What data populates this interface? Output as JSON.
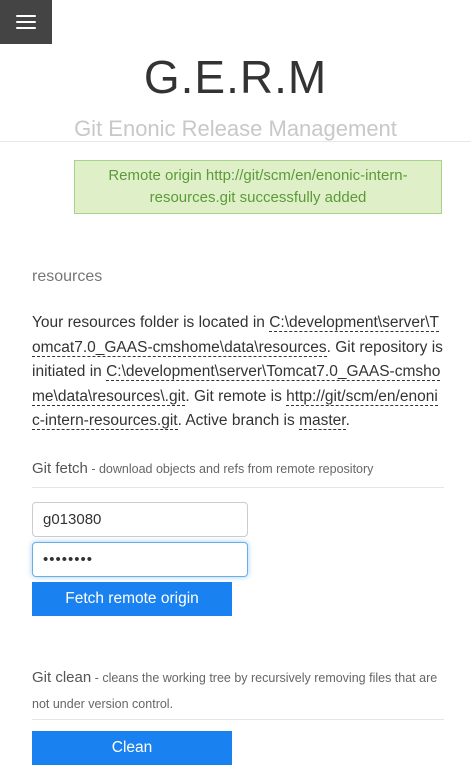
{
  "header": {
    "title": "G.E.R.M",
    "subtitle": "Git Enonic Release Management"
  },
  "alert": {
    "message": "Remote origin http://git/scm/en/enonic-intern-resources.git successfully added"
  },
  "repo": {
    "name": "resources",
    "text_1": "Your resources folder is located in ",
    "resources_path": "C:\\development\\server\\Tomcat7.0_GAAS-cmshome\\data\\resources",
    "text_2": ". Git repository is initiated in ",
    "git_path": "C:\\development\\server\\Tomcat7.0_GAAS-cmshome\\data\\resources\\.git",
    "text_3": ". Git remote is ",
    "remote_url": "http://git/scm/en/enonic-intern-resources.git",
    "text_4": ". Active branch is ",
    "branch": "master",
    "text_5": "."
  },
  "fetch": {
    "title": "Git fetch",
    "separator": " - ",
    "description": "download objects and refs from remote repository",
    "username_value": "g013080",
    "password_value": "••••••••",
    "button_label": "Fetch remote origin"
  },
  "clean": {
    "title": "Git clean",
    "separator": " - ",
    "description": "cleans the working tree by recursively removing files that are not under version control.",
    "button_label": "Clean"
  }
}
